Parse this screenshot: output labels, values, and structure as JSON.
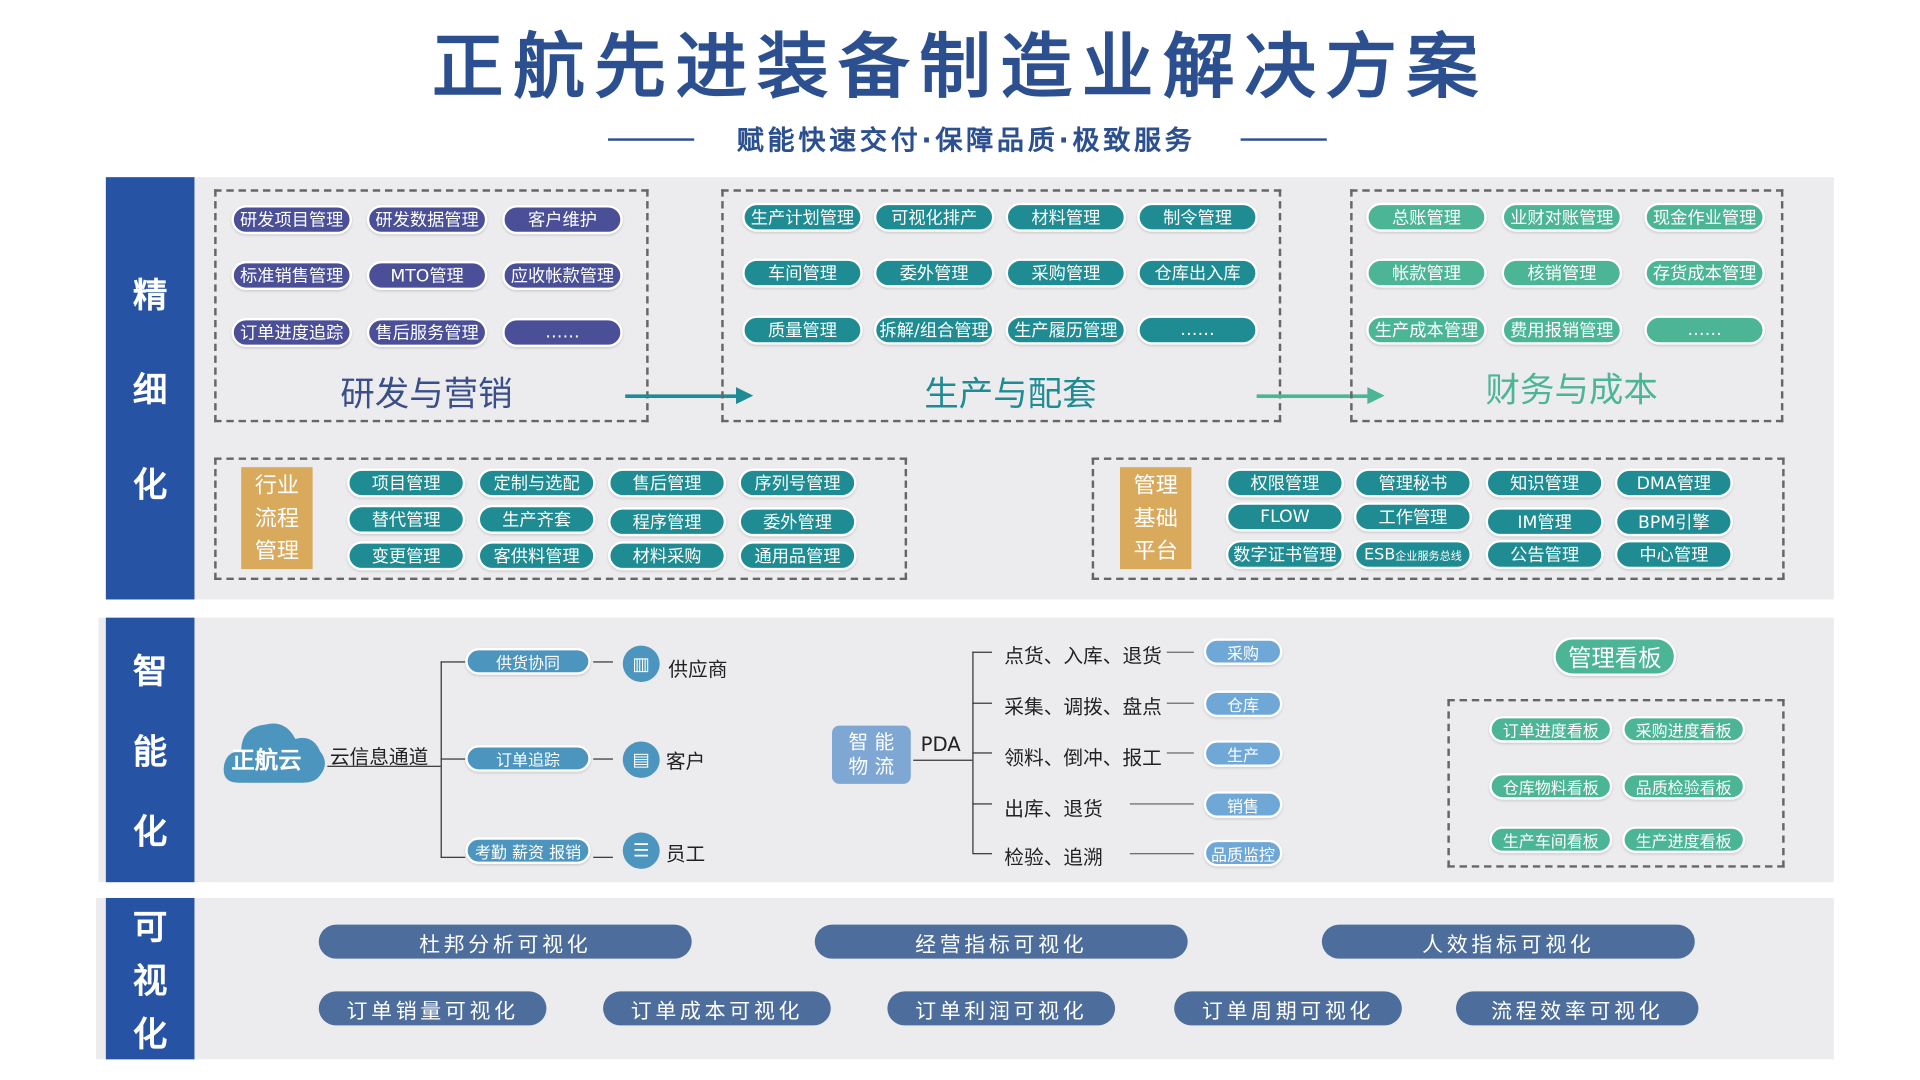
{
  "title": "正航先进装备制造业解决方案",
  "subtitle": "赋能快速交付·保障品质·极致服务",
  "fine": {
    "side": [
      "精",
      "细",
      "化"
    ],
    "rd_marketing": {
      "label": "研发与营销",
      "items": [
        "研发项目管理",
        "研发数据管理",
        "客户维护",
        "标准销售管理",
        "MTO管理",
        "应收帐款管理",
        "订单进度追踪",
        "售后服务管理",
        "……"
      ]
    },
    "production": {
      "label": "生产与配套",
      "items": [
        "生产计划管理",
        "可视化排产",
        "材料管理",
        "制令管理",
        "车间管理",
        "委外管理",
        "采购管理",
        "仓库出入库",
        "质量管理",
        "拆解/组合管理",
        "生产履历管理",
        "……"
      ]
    },
    "finance": {
      "label": "财务与成本",
      "items": [
        "总账管理",
        "业财对账管理",
        "现金作业管理",
        "帐款管理",
        "核销管理",
        "存货成本管理",
        "生产成本管理",
        "费用报销管理",
        "……"
      ]
    },
    "industry": {
      "label": [
        "行业",
        "流程",
        "管理"
      ],
      "items": [
        "项目管理",
        "定制与选配",
        "售后管理",
        "序列号管理",
        "替代管理",
        "生产齐套",
        "程序管理",
        "委外管理",
        "变更管理",
        "客供料管理",
        "材料采购",
        "通用品管理"
      ]
    },
    "platform": {
      "label": [
        "管理",
        "基础",
        "平台"
      ],
      "items": [
        "权限管理",
        "管理秘书",
        "知识管理",
        "DMA管理",
        "FLOW",
        "工作管理",
        "IM管理",
        "BPM引擎",
        "数字证书管理",
        "ESB",
        "公告管理",
        "中心管理"
      ],
      "esb_suffix": "企业服务总线"
    }
  },
  "smart": {
    "side": [
      "智",
      "能",
      "化"
    ],
    "cloud": "正航云",
    "channel": "云信息通道",
    "branches": [
      {
        "tag": "供货协同",
        "icon": "warehouse-icon",
        "target": "供应商"
      },
      {
        "tag": "订单追踪",
        "icon": "document-icon",
        "target": "客户"
      },
      {
        "tag": "考勤 薪资 报销",
        "icon": "people-icon",
        "target": "员工"
      }
    ],
    "logistics": [
      "智 能",
      "物 流"
    ],
    "pda": "PDA",
    "flows": [
      {
        "text": "点货、入库、退货",
        "tag": "采购"
      },
      {
        "text": "采集、调拨、盘点",
        "tag": "仓库"
      },
      {
        "text": "领料、倒冲、报工",
        "tag": "生产"
      },
      {
        "text": "出库、退货",
        "tag": "销售"
      },
      {
        "text": "检验、追溯",
        "tag": "品质监控"
      }
    ],
    "board_title": "管理看板",
    "boards": [
      "订单进度看板",
      "采购进度看板",
      "仓库物料看板",
      "品质检验看板",
      "生产车间看板",
      "生产进度看板"
    ]
  },
  "visual": {
    "side": [
      "可",
      "视",
      "化"
    ],
    "row1": [
      "杜邦分析可视化",
      "经营指标可视化",
      "人效指标可视化"
    ],
    "row2": [
      "订单销量可视化",
      "订单成本可视化",
      "订单利润可视化",
      "订单周期可视化",
      "流程效率可视化"
    ]
  },
  "colors": {
    "navy": "#2753a5",
    "teal": "#1f8c94",
    "green": "#4cb595",
    "gold": "#d9a95c"
  }
}
